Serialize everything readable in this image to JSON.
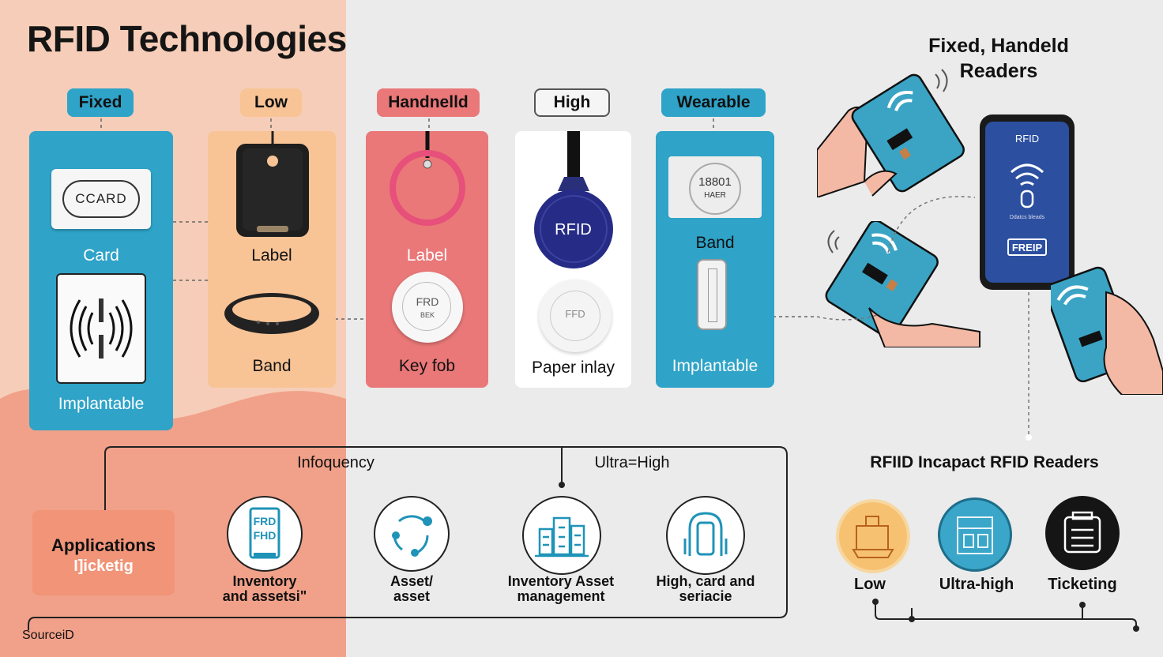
{
  "title": "RFID Technologies",
  "pills": [
    {
      "label": "Fixed",
      "bg": "#2fa3c8"
    },
    {
      "label": "Low",
      "bg": "#f8c496"
    },
    {
      "label": "Handnelld",
      "bg": "#ea7878"
    },
    {
      "label": "High",
      "bg": "#f5f5f5"
    },
    {
      "label": "Wearable",
      "bg": "#2fa3c8"
    }
  ],
  "columns": {
    "fixed": {
      "card_text": "CCARD",
      "label1": "Card",
      "label2": "Implantable",
      "bg": "#2fa3c8"
    },
    "low": {
      "label1": "Label",
      "label2": "Band",
      "bg": "#f8c496"
    },
    "handheld": {
      "label1": "Label",
      "label2": "Key fob",
      "fob_line1": "FRD",
      "fob_line2": "BEK",
      "bg": "#ea7878"
    },
    "high": {
      "tag_text": "RFID",
      "inlay_text": "FFD",
      "label": "Paper inlay",
      "bg": "#ffffff"
    },
    "wearable": {
      "tag_line1": "18801",
      "tag_line2": "HAER",
      "label1": "Band",
      "label2": "Implantable",
      "bg": "#2fa3c8"
    }
  },
  "frequency": {
    "left_label": "Infoquency",
    "right_label": "Ultra=High"
  },
  "applications": {
    "line1": "Applications",
    "line2": "I]icketig",
    "bg": "#f19478"
  },
  "app_icons": [
    {
      "icon": "rfid-card-icon",
      "line1": "Inventory",
      "line2": "and assetsi\"",
      "icon_text1": "FRD",
      "icon_text2": "FHD"
    },
    {
      "icon": "asset-cycle-icon",
      "line1": "Asset/",
      "line2": "asset"
    },
    {
      "icon": "warehouse-icon",
      "line1": "Inventory Asset",
      "line2": "management"
    },
    {
      "icon": "hand-device-icon",
      "line1": "High, card and",
      "line2": "seriacie"
    }
  ],
  "source": "SourceiD",
  "right": {
    "title_line1": "Fixed, Handeld",
    "title_line2": "Readers",
    "phone_app_title": "RFID",
    "phone_small_text": "Ddatcs bleads",
    "phone_button": "FREIP",
    "readers_title": "RFIID Incapact RFID Readers",
    "reader_types": [
      {
        "label": "Low",
        "bg": "#f6c272",
        "ring": "#f3b35b"
      },
      {
        "label": "Ultra-high",
        "bg": "#3aa6c9",
        "ring": "#2a8fb2"
      },
      {
        "label": "Ticketing",
        "bg": "#151515",
        "ring": "#151515"
      }
    ]
  }
}
